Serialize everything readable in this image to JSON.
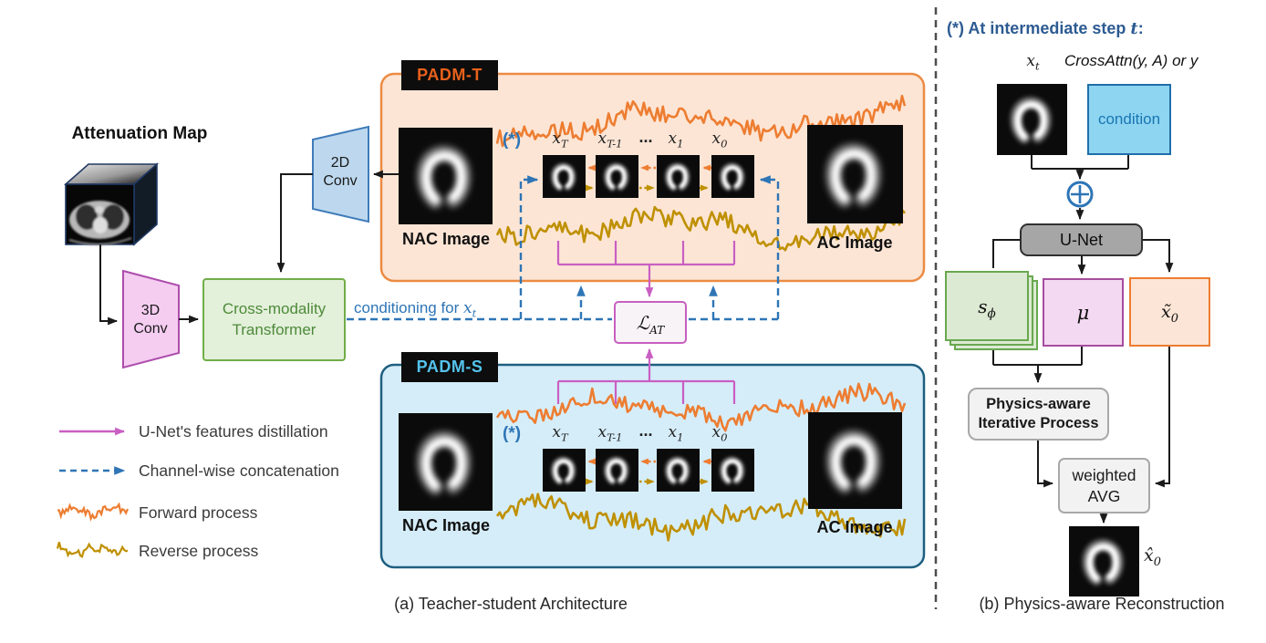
{
  "panel_a": {
    "caption": "(a) Teacher-student Architecture",
    "attenuation_map_label": "Attenuation Map",
    "conv3d_label": "3D Conv",
    "conv2d_label": "2D Conv",
    "transformer_label": "Cross-modality Transformer",
    "conditioning_text": "conditioning for ",
    "conditioning_var": {
      "base": "x",
      "sub": "t"
    },
    "loss_label": {
      "base": "ℒ",
      "sub": "AT"
    },
    "teacher_title": "PADM-T",
    "student_title": "PADM-S",
    "nac_image_label": "NAC Image",
    "ac_image_label": "AC Image",
    "star_marker": "(*)",
    "chain_labels": [
      {
        "base": "x",
        "sub": "T"
      },
      {
        "base": "x",
        "sub": "T-1"
      },
      {
        "base": "...",
        "sub": ""
      },
      {
        "base": "x",
        "sub": "1"
      },
      {
        "base": "x",
        "sub": "0"
      }
    ],
    "legend": [
      {
        "label": "U-Net's features distillation",
        "swatch": "pink-solid-arrow"
      },
      {
        "label": "Channel-wise concatenation",
        "swatch": "blue-dashed-arrow"
      },
      {
        "label": "Forward process",
        "swatch": "orange-squiggle"
      },
      {
        "label": "Reverse process",
        "swatch": "gold-squiggle"
      }
    ]
  },
  "panel_b": {
    "caption": "(b) Physics-aware Reconstruction",
    "header_prefix": "(*) At intermediate step ",
    "header_var": "t",
    "header_suffix": ":",
    "xt_label": {
      "base": "x",
      "sub": "t"
    },
    "crossattn_label": "CrossAttn(y, A) or y",
    "condition_label": "condition",
    "unet_label": "U-Net",
    "score_label": {
      "base": "s",
      "sub": "ϕ"
    },
    "mu_label": "μ",
    "xtilde_label": {
      "base": "x̃",
      "sub": "0"
    },
    "physics_line1": "Physics-aware",
    "physics_line2": "Iterative Process",
    "weighted_line1": "weighted",
    "weighted_line2": "AVG",
    "xhat_label": {
      "base": "x̂",
      "sub": "0"
    }
  },
  "colors": {
    "teacher_fill": "#FCE5D5",
    "teacher_border": "#EC8B43",
    "student_fill": "#D5EDF9",
    "student_border": "#1E5F80",
    "forward_process": "#ED7D31",
    "reverse_process": "#BF9000",
    "distillation_pink": "#C95FC3",
    "concatenation_blue": "#2E75B6",
    "condition_fill": "#8ED5F2",
    "condition_border": "#1F6FA8",
    "unet_fill": "#A6A6A6",
    "transformer_fill": "#E3F0DA",
    "transformer_border": "#71AD47",
    "score_fill": "#DCEAD3",
    "mu_fill": "#F3D9F1",
    "xtilde_fill": "#FCE5D6"
  }
}
